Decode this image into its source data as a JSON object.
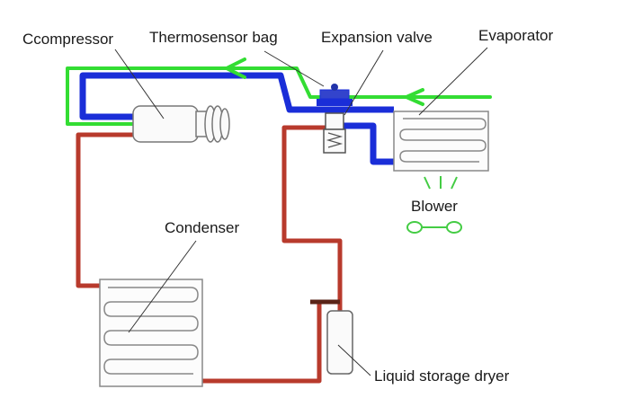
{
  "labels": {
    "compressor": "Ccompressor",
    "thermosensor_bag": "Thermosensor bag",
    "expansion_valve": "Expansion valve",
    "evaporator": "Evaporator",
    "blower": "Blower",
    "condenser": "Condenser",
    "liquid_storage_dryer": "Liquid storage dryer"
  },
  "colors": {
    "low_pressure_line": "#1a2ed8",
    "high_pressure_line": "#c0392b",
    "airflow": "#33dd33",
    "component_outline": "#888888",
    "leader_line": "#333333"
  }
}
